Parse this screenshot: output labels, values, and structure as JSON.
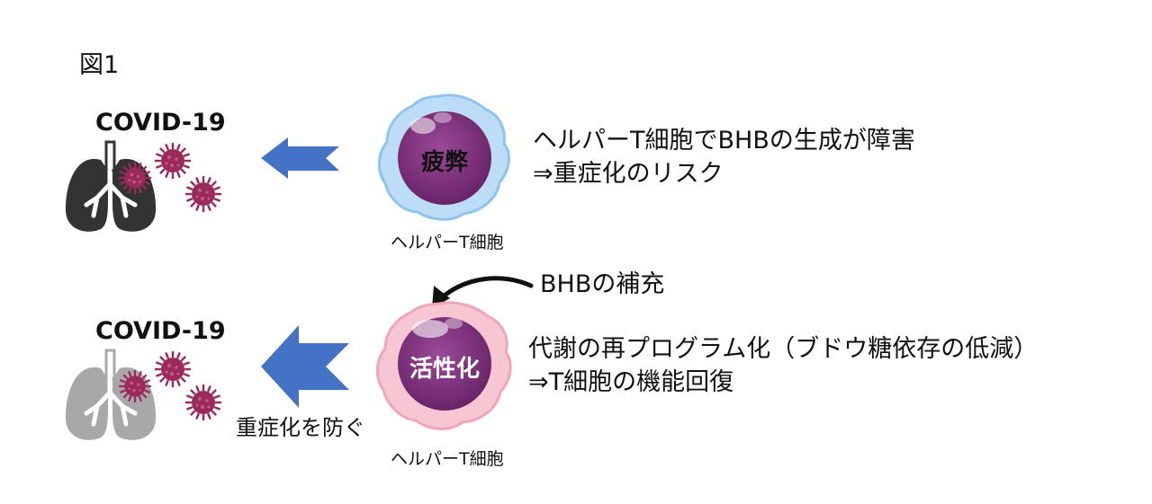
{
  "figure_label": "図1",
  "top": {
    "covid_label": "COVID-19",
    "cell_word": "疲弊",
    "cell_caption": "ヘルパーT細胞",
    "desc_line1": "ヘルパーT細胞でBHBの生成が障害",
    "desc_line2": "⇒重症化のリスク"
  },
  "bottom": {
    "covid_label": "COVID-19",
    "cell_word": "活性化",
    "cell_caption": "ヘルパーT細胞",
    "supplement_label": "BHBの補充",
    "desc_line1": "代謝の再プログラム化（ブドウ糖依存の低減）",
    "desc_line2": "⇒T細胞の機能回復",
    "arrow_caption": "重症化を防ぐ"
  },
  "colors": {
    "lung_dark": "#333333",
    "lung_light": "#a8a8a8",
    "virus": "#9b2a5c",
    "arrow_blue": "#4472c4",
    "cell_nucleus": "#7a2f7a",
    "cell_tired_halo": "#a9d4f5",
    "cell_active_halo": "#f5b8c8"
  }
}
